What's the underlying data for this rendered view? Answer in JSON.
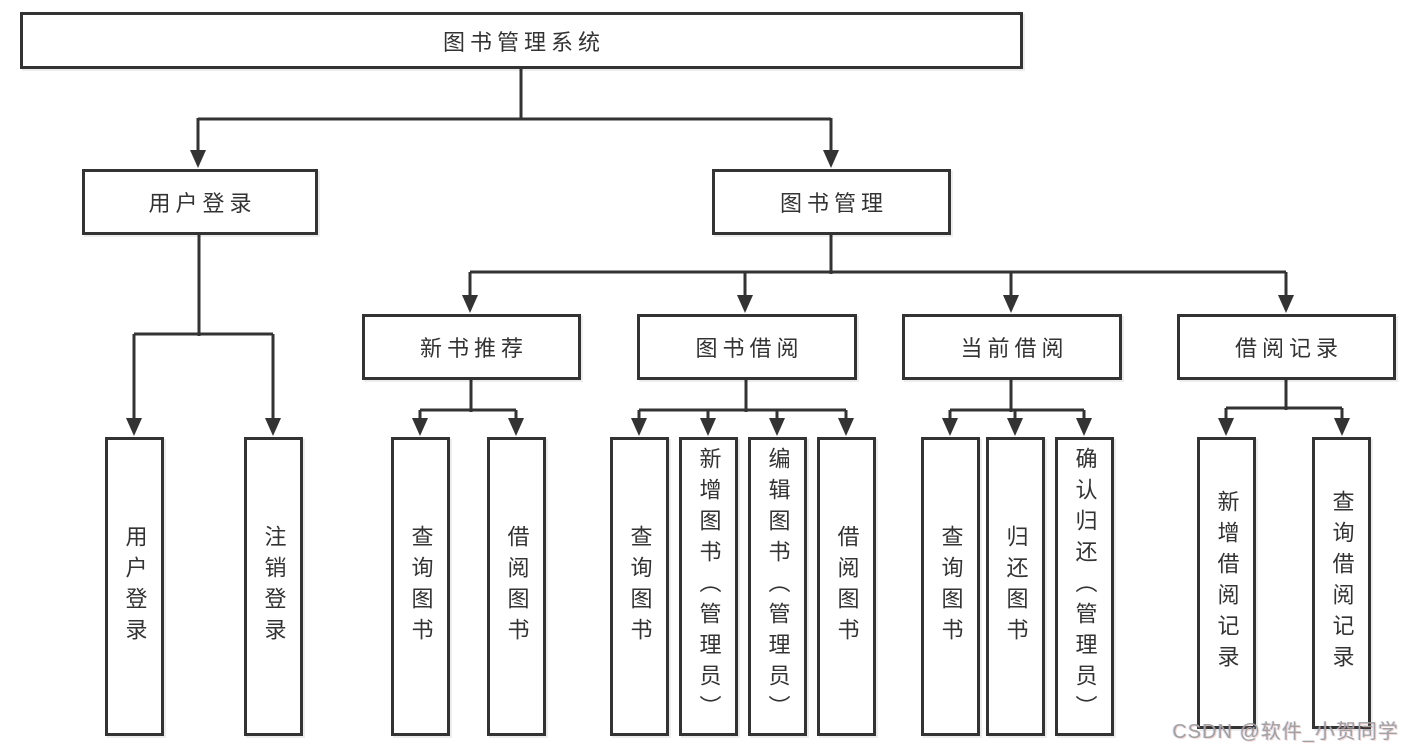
{
  "diagram_title": "图书管理系统",
  "colors": {
    "line": "#333333",
    "node_border": "#333333",
    "text": "#333333",
    "watermark": "#a2a2a2",
    "background": "#ffffff"
  },
  "nodes": {
    "root": "图书管理系统",
    "user_login": "用户登录",
    "book_management": "图书管理",
    "new_book_recommend": "新书推荐",
    "book_borrow": "图书借阅",
    "current_borrow": "当前借阅",
    "borrow_record": "借阅记录",
    "leaf_user_login": "用户登录",
    "leaf_logout": "注销登录",
    "leaf_query_book_recommend": "查询图书",
    "leaf_borrow_book_recommend": "借阅图书",
    "leaf_query_book_borrow": "查询图书",
    "leaf_add_book_admin": "新增图书（管理员）",
    "leaf_edit_book_admin": "编辑图书（管理员）",
    "leaf_borrow_book_borrow": "借阅图书",
    "leaf_query_book_current": "查询图书",
    "leaf_return_book": "归还图书",
    "leaf_confirm_return_admin": "确认归还（管理员）",
    "leaf_add_borrow_record": "新增借阅记录",
    "leaf_query_borrow_record": "查询借阅记录"
  },
  "watermark": "CSDN @软件_小贺同学"
}
